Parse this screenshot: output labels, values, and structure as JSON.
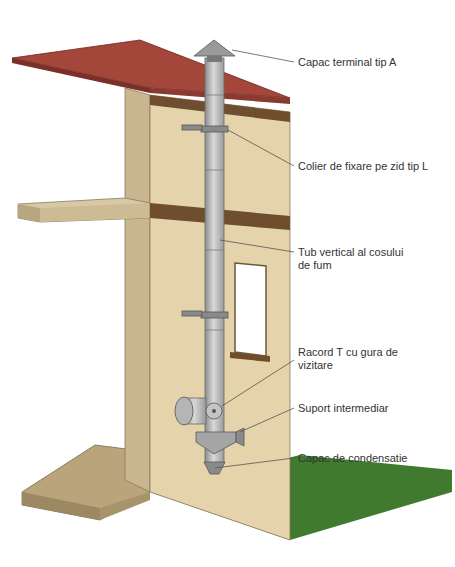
{
  "diagram": {
    "labels": [
      "Capac terminal tip A",
      "Colier de fixare pe zid tip L",
      "Tub vertical al cosului de fum",
      "Racord T cu gura de vizitare",
      "Suport intermediar",
      "Capac de condensatie"
    ]
  }
}
